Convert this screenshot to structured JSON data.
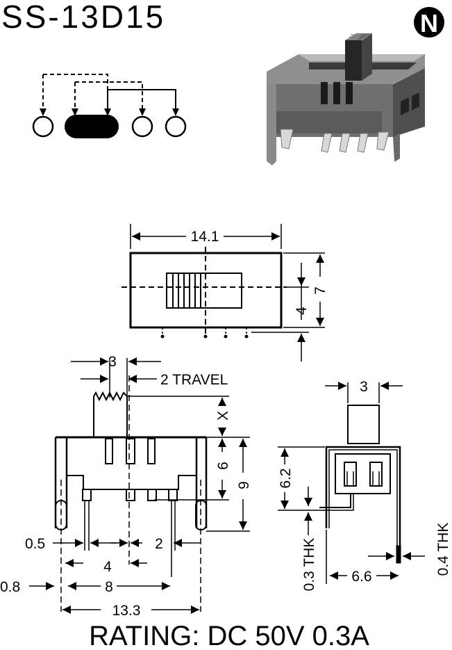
{
  "title": "SS-13D15",
  "logo_letter": "N",
  "rating": "RATING: DC 50V 0.3A",
  "top_view": {
    "width": "14.1",
    "height": "7",
    "offset": "4"
  },
  "side_view": {
    "actuator_width": "3",
    "travel": "2 TRAVEL",
    "x": "X",
    "body_to_pin": "6",
    "total_height": "9",
    "pin_width": "0.5",
    "pin_pitch": "2",
    "outer_pitch": "4",
    "leg_pitch": "8",
    "leg_width": "0.8",
    "overall": "13.3"
  },
  "end_view": {
    "actuator_width": "3",
    "height": "6.2",
    "pin_thickness": "0.3 THK",
    "leg_span": "6.6",
    "leg_thickness": "0.4 THK"
  }
}
